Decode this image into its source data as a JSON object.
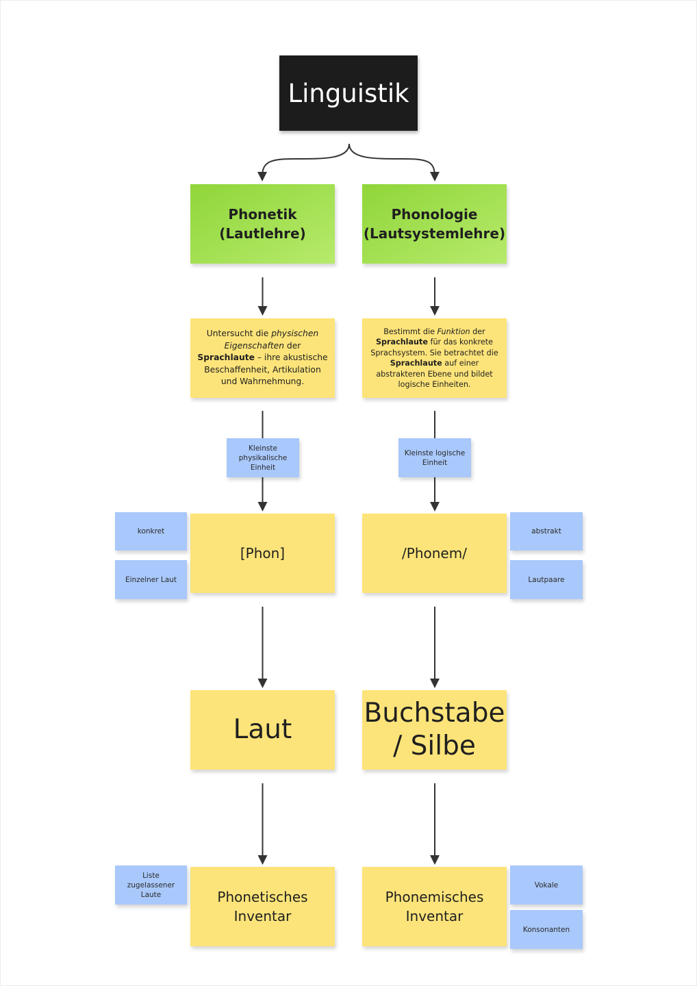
{
  "title": "Linguistik",
  "left": {
    "header_line1": "Phonetik",
    "header_line2": "(Lautlehre)",
    "desc": {
      "t1": "Untersucht die ",
      "i1": "physischen Eigenschaften",
      "t2": " der ",
      "b1": "Sprachlaute",
      "t3": " – ihre akustische Beschaffenheit, Artikulation und Wahrnehmung."
    },
    "unit_label": "Kleinste physikalische Einheit",
    "unit": "[Phon]",
    "side_notes": [
      "konkret",
      "Einzelner Laut"
    ],
    "result": "Laut",
    "inventory_line1": "Phonetisches",
    "inventory_line2": "Inventar",
    "inventory_note": "Liste zugelassener Laute"
  },
  "right": {
    "header_line1": "Phonologie",
    "header_line2": "(Lautsystemlehre)",
    "desc": {
      "t1": "Bestimmt die ",
      "i1": "Funktion",
      "t2": " der ",
      "b1": "Sprachlaute",
      "t3": " für das konkrete Sprachsystem. Sie betrachtet die ",
      "b2": "Sprachlaute",
      "t4": " auf einer abstrakteren Ebene und bildet logische Einheiten."
    },
    "unit_label": "Kleinste logische Einheit",
    "unit": "/Phonem/",
    "side_notes": [
      "abstrakt",
      "Lautpaare"
    ],
    "result_line1": "Buchstabe",
    "result_line2": "/ Silbe",
    "inventory_line1": "Phonemisches",
    "inventory_line2": "Inventar",
    "inventory_notes": [
      "Vokale",
      "Konsonanten"
    ]
  },
  "colors": {
    "title_bg": "#1c1c1c",
    "green": "#a3e052",
    "yellow": "#fde47a",
    "blue": "#a9c8fb",
    "arrow": "#333333"
  }
}
